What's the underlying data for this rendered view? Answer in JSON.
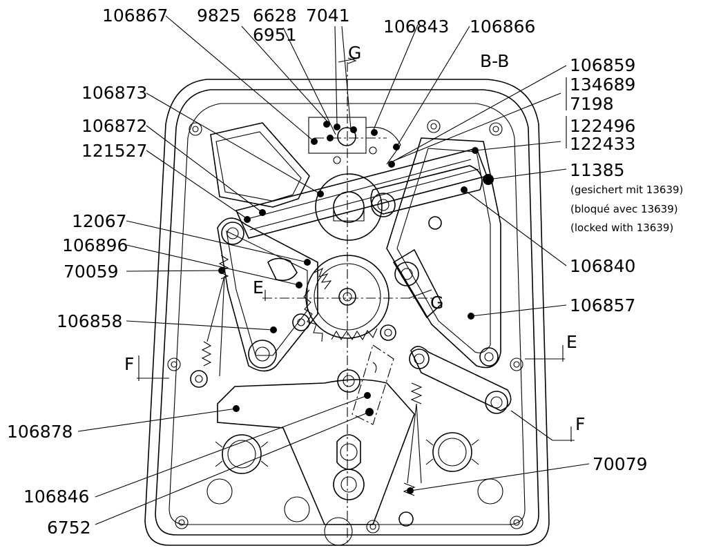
{
  "view_label": "B-B",
  "section_marks": {
    "g": "G",
    "e": "E",
    "f": "F"
  },
  "labels": {
    "p106867": "106867",
    "p9825": "9825",
    "p6628": "6628",
    "p6951": "6951",
    "p7041": "7041",
    "p106843": "106843",
    "p106866": "106866",
    "p106859": "106859",
    "p134689": "134689",
    "p7198": "7198",
    "p122496": "122496",
    "p122433": "122433",
    "p106873": "106873",
    "p106872": "106872",
    "p121527": "121527",
    "p11385": "11385",
    "p12067": "12067",
    "p106896": "106896",
    "p70059": "70059",
    "p106840": "106840",
    "p106857": "106857",
    "p106858": "106858",
    "p106878": "106878",
    "p106846": "106846",
    "p6752": "6752",
    "p70079": "70079"
  },
  "notes": {
    "de": "(gesichert mit 13639)",
    "fr": "(bloqué avec 13639)",
    "en": "(locked with 13639)"
  }
}
